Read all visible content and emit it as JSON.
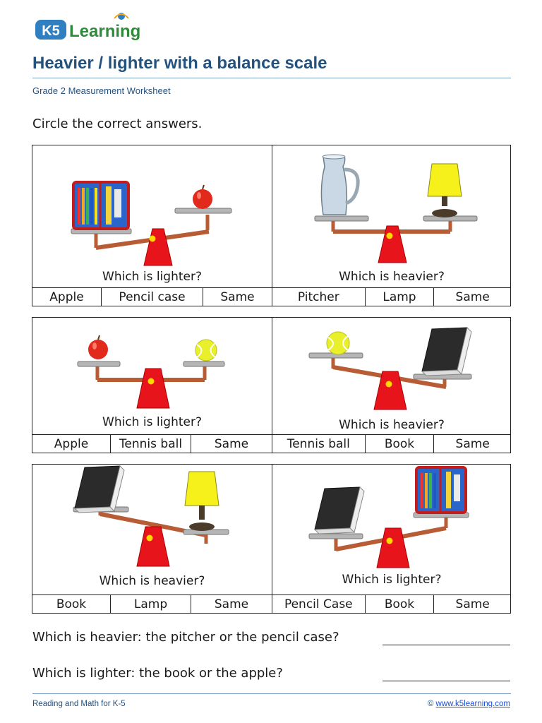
{
  "logo": {
    "badge": "K5",
    "word": "Learning"
  },
  "header": {
    "title": "Heavier / lighter with a balance scale",
    "subtitle": "Grade 2 Measurement Worksheet"
  },
  "instruction": "Circle the correct answers.",
  "problems": [
    {
      "question": "Which is lighter?",
      "answers": [
        "Apple",
        "Pencil case",
        "Same"
      ],
      "left_item": "pencil-case",
      "right_item": "apple",
      "tilt": "left-down"
    },
    {
      "question": "Which is heavier?",
      "answers": [
        "Pitcher",
        "Lamp",
        "Same"
      ],
      "left_item": "pitcher",
      "right_item": "lamp",
      "tilt": "level"
    },
    {
      "question": "Which is lighter?",
      "answers": [
        "Apple",
        "Tennis ball",
        "Same"
      ],
      "left_item": "apple",
      "right_item": "tennis-ball",
      "tilt": "level"
    },
    {
      "question": "Which is heavier?",
      "answers": [
        "Tennis ball",
        "Book",
        "Same"
      ],
      "left_item": "tennis-ball",
      "right_item": "book",
      "tilt": "right-down"
    },
    {
      "question": "Which is heavier?",
      "answers": [
        "Book",
        "Lamp",
        "Same"
      ],
      "left_item": "book",
      "right_item": "lamp",
      "tilt": "left-up"
    },
    {
      "question": "Which is lighter?",
      "answers": [
        "Pencil Case",
        "Book",
        "Same"
      ],
      "left_item": "book",
      "right_item": "pencil-case",
      "tilt": "left-down"
    }
  ],
  "bonus_questions": [
    "Which is heavier: the pitcher or the pencil case?",
    "Which is lighter: the book or the apple?"
  ],
  "footer": {
    "left": "Reading and Math for K-5",
    "copyright": "©",
    "link": "www.k5learning.com"
  },
  "colors": {
    "brand_blue": "#24527f",
    "scale_red": "#e8141b",
    "beam_brown": "#b85c35",
    "pan_gray": "#b5b5b5"
  }
}
